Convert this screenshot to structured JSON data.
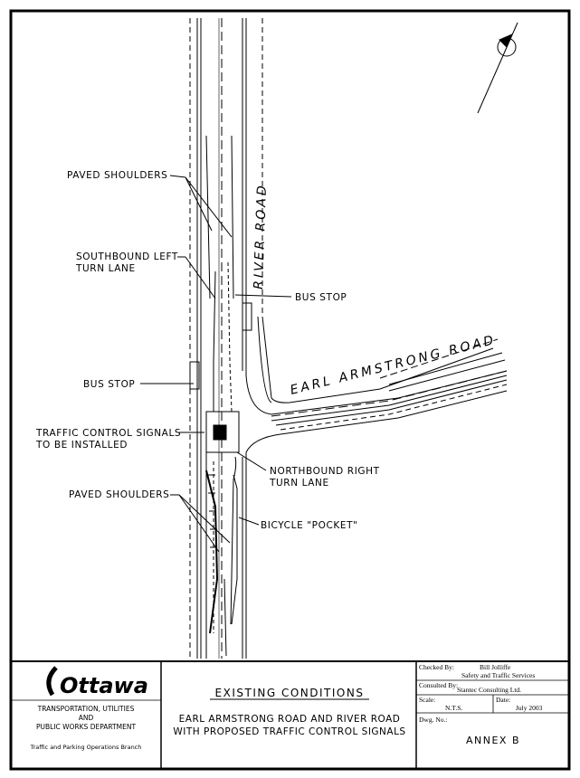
{
  "drawing": {
    "roads": {
      "river_road": "RIVER ROAD",
      "earl_armstrong_road": "EARL ARMSTRONG ROAD"
    },
    "callouts": {
      "paved_shoulders_top": "PAVED SHOULDERS",
      "southbound_left_1": "SOUTHBOUND LEFT",
      "southbound_left_2": "TURN LANE",
      "bus_stop_right": "BUS STOP",
      "bus_stop_left": "BUS STOP",
      "traffic_signals_1": "TRAFFIC CONTROL SIGNALS",
      "traffic_signals_2": "TO BE INSTALLED",
      "northbound_right_1": "NORTHBOUND RIGHT",
      "northbound_right_2": "TURN LANE",
      "paved_shoulders_bottom": "PAVED SHOULDERS",
      "bicycle_pocket": "BICYCLE \"POCKET\""
    }
  },
  "title_block": {
    "logo": "Ottawa",
    "department_1": "TRANSPORTATION, UTILITIES",
    "department_2": "AND",
    "department_3": "PUBLIC WORKS DEPARTMENT",
    "branch": "Traffic and Parking Operations Branch",
    "title": "EXISTING CONDITIONS",
    "subtitle_1": "EARL ARMSTRONG ROAD AND RIVER ROAD",
    "subtitle_2": "WITH PROPOSED TRAFFIC CONTROL SIGNALS",
    "checked_by_label": "Checked By:",
    "checked_by_name": "Bill Jolliffe",
    "checked_by_dept": "Safety and Traffic Services",
    "consulted_by_label": "Consulted By:",
    "consulted_by_name": "Stantec Consulting Ltd.",
    "scale_label": "Scale:",
    "scale_value": "N.T.S.",
    "date_label": "Date:",
    "date_value": "July 2003",
    "dwg_label": "Dwg. No.:",
    "annex": "ANNEX B"
  }
}
